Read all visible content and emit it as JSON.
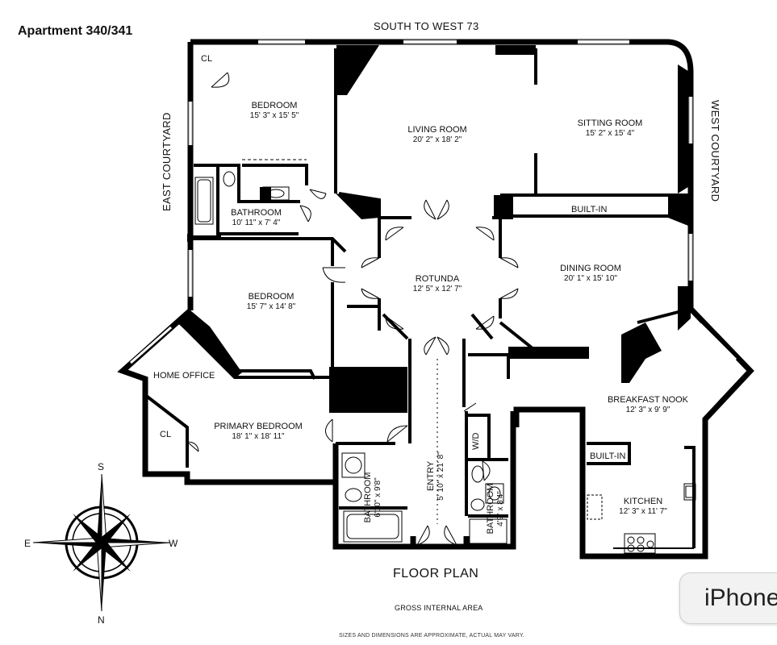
{
  "title": "Apartment 340/341",
  "orientation": {
    "top": "SOUTH TO WEST 73",
    "left": "EAST COURTYARD",
    "right": "WEST COURTYARD"
  },
  "rooms": {
    "bedroom1": {
      "name": "BEDROOM",
      "dim": "15' 3\" x 15' 5\""
    },
    "living": {
      "name": "LIVING ROOM",
      "dim": "20' 2\" x 18' 2\""
    },
    "sitting": {
      "name": "SITTING ROOM",
      "dim": "15' 2\" x 15' 4\""
    },
    "bathroom1": {
      "name": "BATHROOM",
      "dim": "10' 11\" x 7' 4\""
    },
    "rotunda": {
      "name": "ROTUNDA",
      "dim": "12' 5\" x 12' 7\""
    },
    "dining": {
      "name": "DINING ROOM",
      "dim": "20' 1\" x 15' 10\""
    },
    "bedroom2": {
      "name": "BEDROOM",
      "dim": "15' 7\" x 14' 8\""
    },
    "primary": {
      "name": "PRIMARY BEDROOM",
      "dim": "18' 1\" x 18' 11\""
    },
    "breakfast": {
      "name": "BREAKFAST NOOK",
      "dim": "12' 3\" x 9' 9\""
    },
    "entry": {
      "name": "ENTRY",
      "dim": "5' 10\" x 21' 8\""
    },
    "bathroom2": {
      "name": "BATHROOM",
      "dim": "6'10\" x 9'8\""
    },
    "bathroom3": {
      "name": "BATHROOM",
      "dim": "4'9\" x 8'4\""
    },
    "kitchen": {
      "name": "KITCHEN",
      "dim": "12' 3\" x 11' 7\""
    }
  },
  "labels": {
    "closet": "CL",
    "builtin": "BUILT-IN",
    "home_office": "HOME OFFICE",
    "washer_dryer": "W/D"
  },
  "compass": {
    "n": "N",
    "s": "S",
    "e": "E",
    "w": "W"
  },
  "footer": {
    "plan_title": "FLOOR PLAN",
    "gross": "GROSS INTERNAL AREA",
    "disclaimer": "SIZES AND DIMENSIONS ARE APPROXIMATE, ACTUAL MAY VARY."
  },
  "overlay": {
    "badge": "iPhone"
  },
  "colors": {
    "wall": "#000000",
    "background": "#ffffff",
    "window": "#9a9a9a"
  }
}
